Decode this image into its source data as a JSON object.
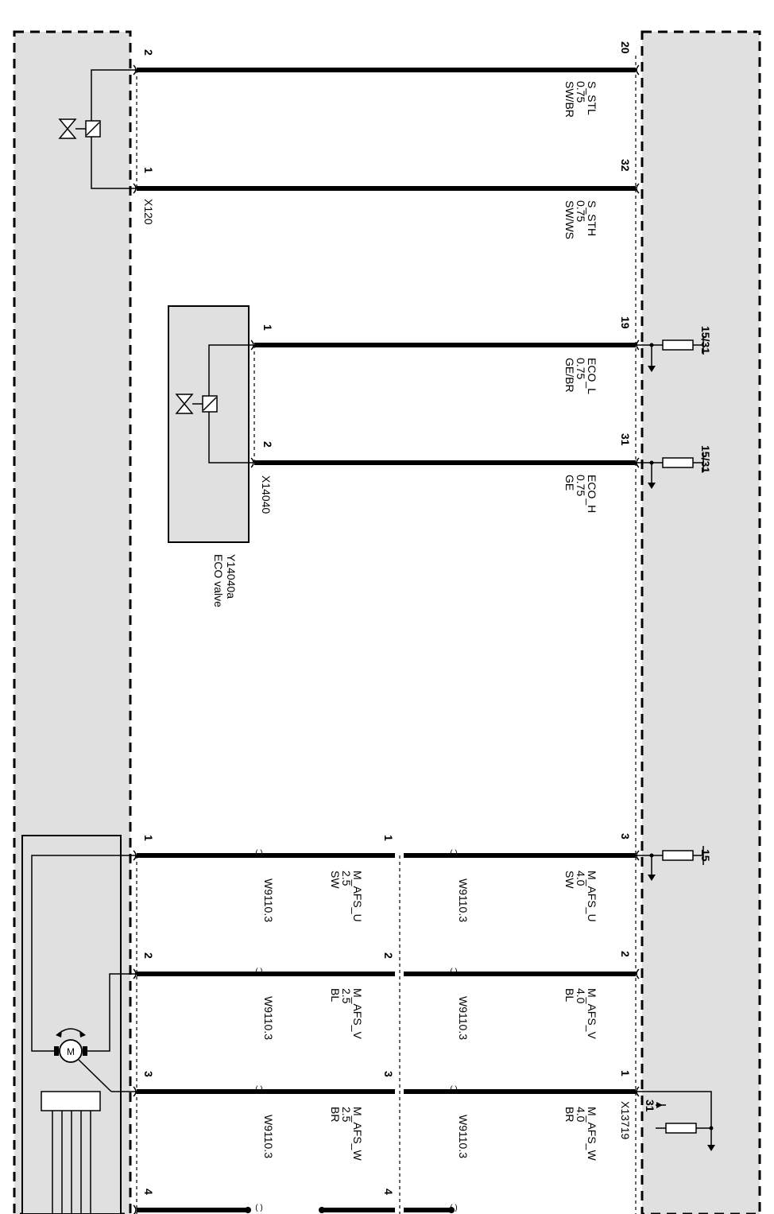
{
  "connectors": {
    "x120": "X120",
    "x14040": "X14040",
    "x13719": "X13719"
  },
  "component_y14040": {
    "id": "Y14040a",
    "name": "ECO valve"
  },
  "wires": [
    {
      "signal": "S_STL",
      "gauge": "0.75",
      "color": "SW/BR",
      "pin_right": "20",
      "pin_left": "2"
    },
    {
      "signal": "S_STH",
      "gauge": "0.75",
      "color": "SW/WS",
      "pin_right": "32",
      "pin_left": "1"
    },
    {
      "signal": "ECO_L",
      "gauge": "0.75",
      "color": "GE/BR",
      "pin_right": "19",
      "pin_left": "1"
    },
    {
      "signal": "ECO_H",
      "gauge": "0.75",
      "color": "GE",
      "pin_right": "31",
      "pin_left": "2"
    },
    {
      "signal": "M_AFS_U",
      "gauge": "4.0",
      "color": "SW",
      "pin_right": "3",
      "pin_mid": "1",
      "signal2": "M_AFS_U",
      "gauge2": "2.5",
      "color2": "SW",
      "pin_left": "1"
    },
    {
      "signal": "M_AFS_V",
      "gauge": "4.0",
      "color": "BL",
      "pin_right": "2",
      "pin_mid": "2",
      "signal2": "M_AFS_V",
      "gauge2": "2.5",
      "color2": "BL",
      "pin_left": "2"
    },
    {
      "signal": "M_AFS_W",
      "gauge": "4.0",
      "color": "BR",
      "pin_right": "1",
      "pin_mid": "3",
      "signal2": "M_AFS_W",
      "gauge2": "2.5",
      "color2": "BR",
      "pin_left": "3"
    }
  ],
  "pin_left_4": "4",
  "pin_mid_4": "4",
  "splice": "W9110.3",
  "terminals": {
    "t1": "15/31",
    "t2": "15/31",
    "t3": "15",
    "t4": "31"
  }
}
